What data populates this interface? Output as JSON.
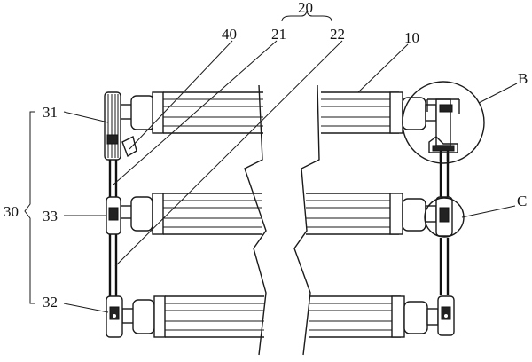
{
  "labels": {
    "l20": "20",
    "l21": "21",
    "l22": "22",
    "l40": "40",
    "l10": "10",
    "lB": "B",
    "lC": "C",
    "l31": "31",
    "l33": "33",
    "l32": "32",
    "l30": "30"
  }
}
